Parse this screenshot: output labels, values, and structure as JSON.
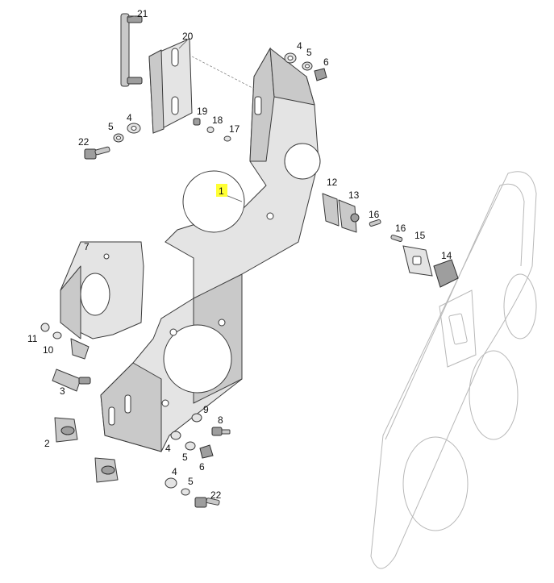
{
  "diagram": {
    "highlight_color": "#ffff33",
    "callouts": {
      "p1": "1",
      "p2": "2",
      "p3": "3",
      "p4a": "4",
      "p4b": "4",
      "p4c": "4",
      "p4d": "4",
      "p5a": "5",
      "p5b": "5",
      "p5c": "5",
      "p5d": "5",
      "p6a": "6",
      "p6b": "6",
      "p7": "7",
      "p8": "8",
      "p9": "9",
      "p10": "10",
      "p11": "11",
      "p12": "12",
      "p13": "13",
      "p14": "14",
      "p15": "15",
      "p16a": "16",
      "p16b": "16",
      "p17": "17",
      "p18": "18",
      "p19": "19",
      "p20": "20",
      "p21": "21",
      "p22a": "22",
      "p22b": "22"
    }
  }
}
